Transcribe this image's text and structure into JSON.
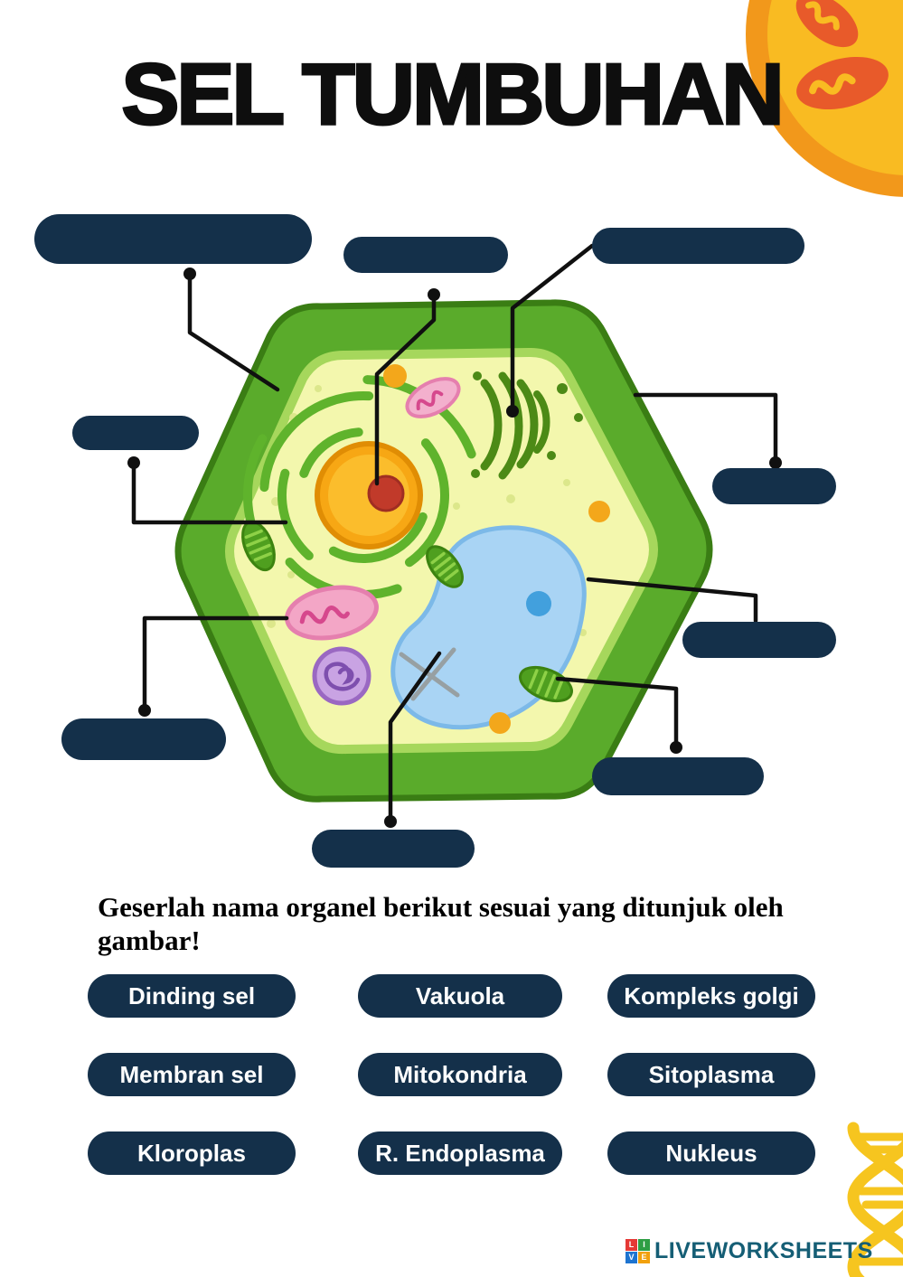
{
  "page": {
    "title": "SEL TUMBUHAN",
    "instruction": "Geserlah nama organel berikut sesuai yang ditunjuk oleh gambar!"
  },
  "diagram": {
    "empty_label_slots": [
      {
        "id": "top-left"
      },
      {
        "id": "top-center"
      },
      {
        "id": "top-right"
      },
      {
        "id": "left-upper"
      },
      {
        "id": "right-upper"
      },
      {
        "id": "right-middle"
      },
      {
        "id": "left-lower"
      },
      {
        "id": "right-lower"
      },
      {
        "id": "bottom-center"
      }
    ]
  },
  "answer_bank": {
    "chips": [
      "Dinding sel",
      "Vakuola",
      "Kompleks golgi",
      "Membran sel",
      "Mitokondria",
      "Sitoplasma",
      "Kloroplas",
      "R. Endoplasma",
      "Nukleus"
    ]
  },
  "footer": {
    "brand": "LIVEWORKSHEETS",
    "logo_letters": [
      "L",
      "I",
      "V",
      "E"
    ]
  },
  "colors": {
    "slot-fill": "#14304a",
    "chip-fill": "#14304a",
    "chip-text": "#ffffff",
    "brand-text": "#155e75",
    "cell-wall-green": "#5aab2b",
    "cell-interior": "#f3f7ad",
    "vacuole-blue": "#a9d4f4",
    "nucleus-orange": "#f7a714",
    "nucleolus-red": "#c13a2a",
    "mitochondria-pink": "#f3a6c6",
    "deco-yellow": "#f6c51f",
    "deco-orange": "#f9bb22",
    "logo-l": "#e53935",
    "logo-i": "#2e9e44",
    "logo-v": "#1e74d0",
    "logo-e": "#f2a10e"
  }
}
